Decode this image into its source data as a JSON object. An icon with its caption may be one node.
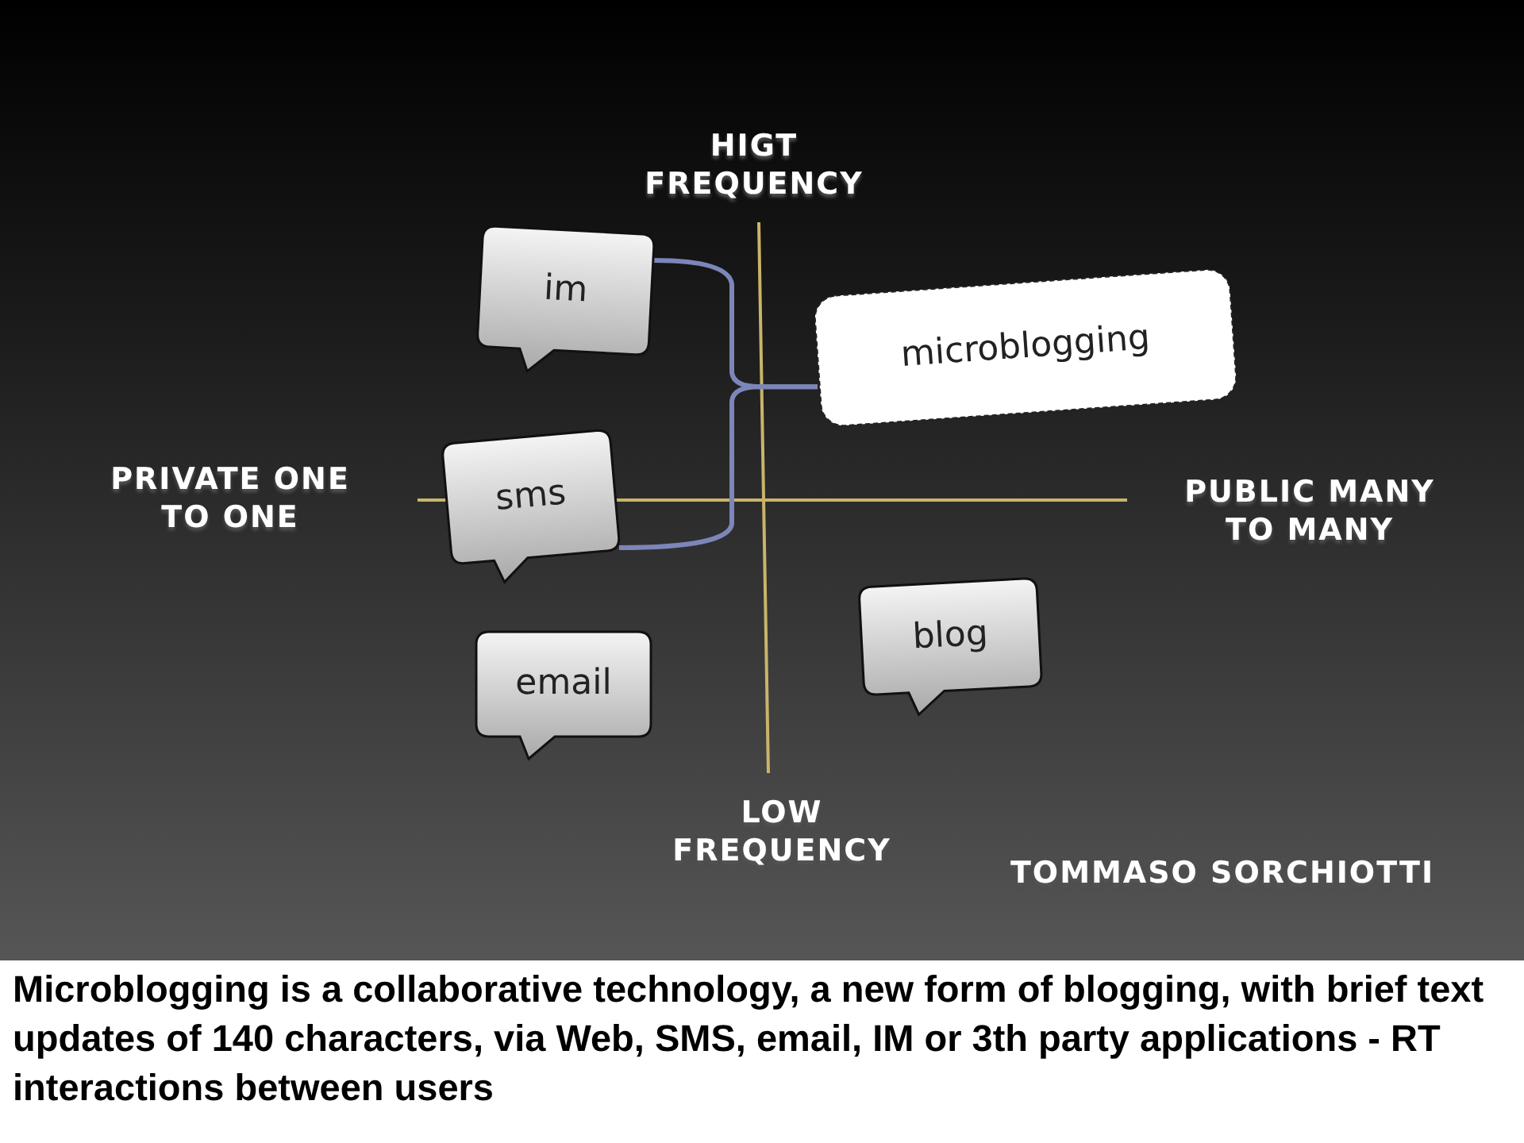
{
  "diagram": {
    "caption": "Microblogging is a collaborative technology, a new form of blogging, with brief text updates of 140 characters, via Web, SMS, email, IM or 3th party applications - RT interactions between users",
    "nodes": [
      {
        "text": [
          "im"
        ]
      },
      {
        "text": [
          "sms"
        ]
      },
      {
        "text": [
          "email"
        ]
      },
      {
        "text": [
          "blog"
        ]
      },
      {
        "text": [
          "microblogging"
        ]
      }
    ],
    "edges": [
      {
        "from": 0,
        "to": 4,
        "arrow": "none"
      },
      {
        "from": 1,
        "to": 4,
        "arrow": "none"
      }
    ],
    "labels": [
      "HIGT FREQUENCY",
      "PRIVATE ONE TO ONE",
      "PUBLIC MANY TO MANY",
      "LOW FREQUENCY",
      "TOMMASO SORCHIOTTI"
    ]
  }
}
